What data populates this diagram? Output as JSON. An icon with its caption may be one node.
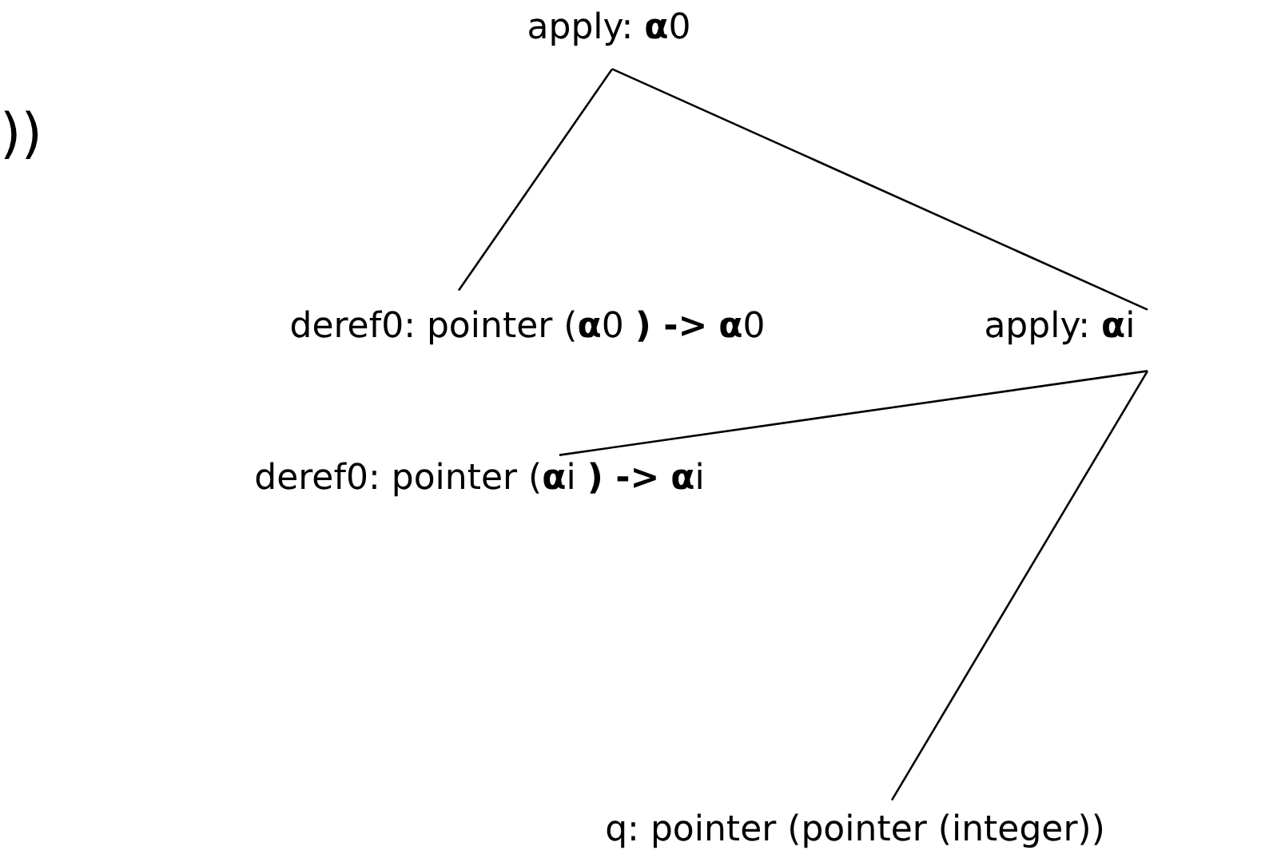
{
  "diagram": {
    "nodes": [
      {
        "text": [
          "apply: **α**0"
        ]
      },
      {
        "text": [
          "deref0: pointer (**α**0 **) ->** **α**0"
        ]
      },
      {
        "text": [
          "apply: **α**i"
        ]
      },
      {
        "text": [
          "deref0: pointer (**α**i **) ->** **α**i"
        ]
      },
      {
        "text": [
          "q: pointer (pointer (integer))"
        ]
      }
    ],
    "edges": [
      {
        "from": 0,
        "to": 1,
        "arrow": "none"
      },
      {
        "from": 0,
        "to": 2,
        "arrow": "none"
      },
      {
        "from": 2,
        "to": 3,
        "arrow": "none"
      },
      {
        "from": 2,
        "to": 4,
        "arrow": "none"
      }
    ],
    "labels": [
      "))"
    ]
  }
}
